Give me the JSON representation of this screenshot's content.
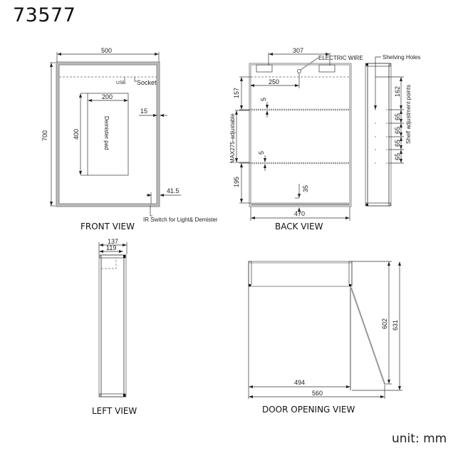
{
  "title": "73577",
  "unit_label": "unit: mm",
  "front_view": {
    "label": "FRONT VIEW",
    "width": "500",
    "height": "700",
    "usb": "USB",
    "socket": "Socket",
    "pad_width": "200",
    "pad_height": "400",
    "pad_label": "Demister pad",
    "edge_offset": "15",
    "switch_offset": "41.5",
    "switch_label": "IR Switch for Light& Demister"
  },
  "back_view": {
    "label": "BACK  VIEW",
    "hinge_span": "307",
    "electric_wire": "ELECTRIC  WIRE",
    "wire_offset": "250",
    "top_gap": "157",
    "shelf_thickness_1": "5",
    "shelf_thickness_2": "5",
    "adjustable": "MAX275-adjustable",
    "bottom_gap": "195",
    "bottom_offset": "35",
    "inner_width": "470"
  },
  "side_view": {
    "shelving_holes": "Shelving Holes",
    "first_gap": "162",
    "pitches": [
      "65",
      "65",
      "65",
      "65"
    ],
    "adjust_label": "Shelf adjustment points"
  },
  "left_view": {
    "label": "LEFT VIEW",
    "outer_depth": "137",
    "inner_depth": "119"
  },
  "door_opening_view": {
    "label": "DOOR OPENING VIEW",
    "inner_width": "494",
    "total_width": "560",
    "door_swing": "602",
    "total_depth": "631"
  }
}
